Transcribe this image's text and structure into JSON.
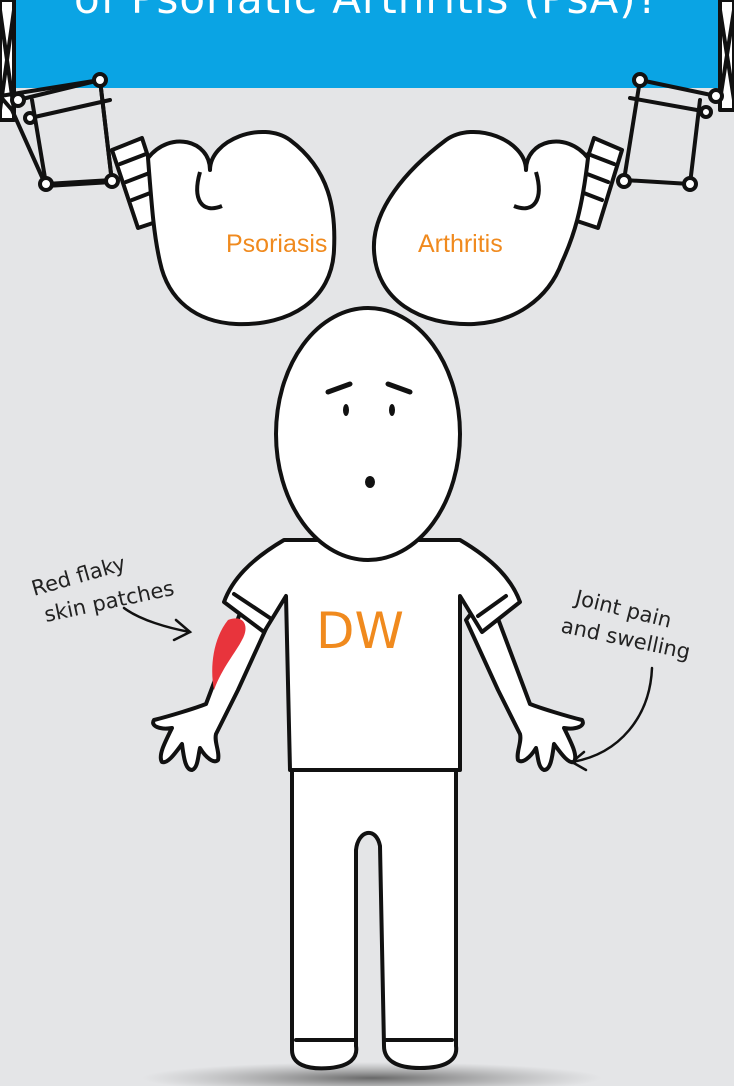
{
  "banner": {
    "title": "of Psoriatic Arthritis (PsA)?"
  },
  "gloves": {
    "left_label": "Psoriasis",
    "right_label": "Arthritis"
  },
  "person": {
    "shirt_text": "DW"
  },
  "annotations": {
    "skin_line1": "Red flaky",
    "skin_line2": "skin patches",
    "joint_line1": "Joint pain",
    "joint_line2": "and swelling"
  },
  "colors": {
    "banner": "#0aa4e4",
    "background": "#e4e5e7",
    "accent": "#f08a1e",
    "patch": "#e8343c"
  }
}
